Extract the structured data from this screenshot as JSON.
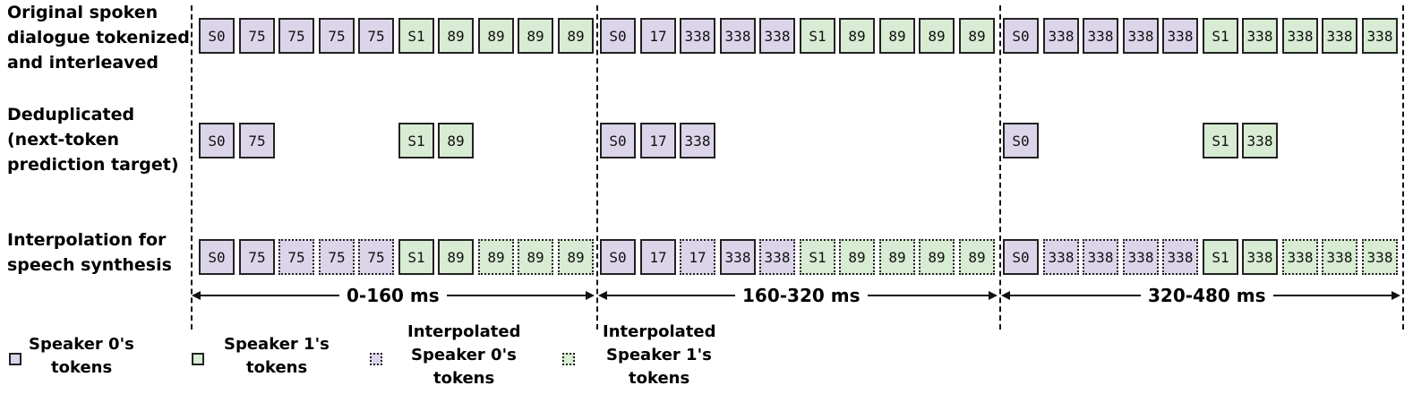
{
  "row_labels": {
    "original": [
      "Original spoken",
      "dialogue tokenized",
      "and interleaved"
    ],
    "dedup": [
      "Deduplicated",
      "(next-token",
      "prediction target)"
    ],
    "interp": [
      "Interpolation for",
      "speech synthesis"
    ]
  },
  "segments": [
    {
      "time_label": "0-160 ms",
      "original": [
        {
          "t": "S0",
          "k": "s0"
        },
        {
          "t": "75",
          "k": "s0"
        },
        {
          "t": "75",
          "k": "s0"
        },
        {
          "t": "75",
          "k": "s0"
        },
        {
          "t": "75",
          "k": "s0"
        },
        {
          "t": "S1",
          "k": "s1"
        },
        {
          "t": "89",
          "k": "s1"
        },
        {
          "t": "89",
          "k": "s1"
        },
        {
          "t": "89",
          "k": "s1"
        },
        {
          "t": "89",
          "k": "s1"
        }
      ],
      "dedup": [
        {
          "t": "S0",
          "k": "s0",
          "i": 0
        },
        {
          "t": "75",
          "k": "s0",
          "i": 1
        },
        {
          "t": "S1",
          "k": "s1",
          "i": 5
        },
        {
          "t": "89",
          "k": "s1",
          "i": 6
        }
      ],
      "interp": [
        {
          "t": "S0",
          "k": "s0"
        },
        {
          "t": "75",
          "k": "s0"
        },
        {
          "t": "75",
          "k": "i0"
        },
        {
          "t": "75",
          "k": "i0"
        },
        {
          "t": "75",
          "k": "i0"
        },
        {
          "t": "S1",
          "k": "s1"
        },
        {
          "t": "89",
          "k": "s1"
        },
        {
          "t": "89",
          "k": "i1"
        },
        {
          "t": "89",
          "k": "i1"
        },
        {
          "t": "89",
          "k": "i1"
        }
      ]
    },
    {
      "time_label": "160-320 ms",
      "original": [
        {
          "t": "S0",
          "k": "s0"
        },
        {
          "t": "17",
          "k": "s0"
        },
        {
          "t": "338",
          "k": "s0"
        },
        {
          "t": "338",
          "k": "s0"
        },
        {
          "t": "338",
          "k": "s0"
        },
        {
          "t": "S1",
          "k": "s1"
        },
        {
          "t": "89",
          "k": "s1"
        },
        {
          "t": "89",
          "k": "s1"
        },
        {
          "t": "89",
          "k": "s1"
        },
        {
          "t": "89",
          "k": "s1"
        }
      ],
      "dedup": [
        {
          "t": "S0",
          "k": "s0",
          "i": 0
        },
        {
          "t": "17",
          "k": "s0",
          "i": 1
        },
        {
          "t": "338",
          "k": "s0",
          "i": 2
        }
      ],
      "interp": [
        {
          "t": "S0",
          "k": "s0"
        },
        {
          "t": "17",
          "k": "s0"
        },
        {
          "t": "17",
          "k": "i0"
        },
        {
          "t": "338",
          "k": "s0"
        },
        {
          "t": "338",
          "k": "i0"
        },
        {
          "t": "S1",
          "k": "i1"
        },
        {
          "t": "89",
          "k": "i1"
        },
        {
          "t": "89",
          "k": "i1"
        },
        {
          "t": "89",
          "k": "i1"
        },
        {
          "t": "89",
          "k": "i1"
        }
      ]
    },
    {
      "time_label": "320-480 ms",
      "original": [
        {
          "t": "S0",
          "k": "s0"
        },
        {
          "t": "338",
          "k": "s0"
        },
        {
          "t": "338",
          "k": "s0"
        },
        {
          "t": "338",
          "k": "s0"
        },
        {
          "t": "338",
          "k": "s0"
        },
        {
          "t": "S1",
          "k": "s1"
        },
        {
          "t": "338",
          "k": "s1"
        },
        {
          "t": "338",
          "k": "s1"
        },
        {
          "t": "338",
          "k": "s1"
        },
        {
          "t": "338",
          "k": "s1"
        }
      ],
      "dedup": [
        {
          "t": "S0",
          "k": "s0",
          "i": 0
        },
        {
          "t": "S1",
          "k": "s1",
          "i": 5
        },
        {
          "t": "338",
          "k": "s1",
          "i": 6
        }
      ],
      "interp": [
        {
          "t": "S0",
          "k": "s0"
        },
        {
          "t": "338",
          "k": "i0"
        },
        {
          "t": "338",
          "k": "i0"
        },
        {
          "t": "338",
          "k": "i0"
        },
        {
          "t": "338",
          "k": "i0"
        },
        {
          "t": "S1",
          "k": "s1"
        },
        {
          "t": "338",
          "k": "s1"
        },
        {
          "t": "338",
          "k": "i1"
        },
        {
          "t": "338",
          "k": "i1"
        },
        {
          "t": "338",
          "k": "i1"
        }
      ]
    }
  ],
  "legend": [
    {
      "kind": "s0",
      "lines": [
        "Speaker 0's",
        "tokens"
      ]
    },
    {
      "kind": "s1",
      "lines": [
        "Speaker 1's",
        "tokens"
      ]
    },
    {
      "kind": "i0",
      "lines": [
        "Interpolated",
        "Speaker 0's",
        "tokens"
      ]
    },
    {
      "kind": "i1",
      "lines": [
        "Interpolated",
        "Speaker 1's",
        "tokens"
      ]
    }
  ],
  "colors": {
    "speaker0_fill": "#dcd5ea",
    "speaker1_fill": "#d8ebd3",
    "border": "#222222"
  }
}
